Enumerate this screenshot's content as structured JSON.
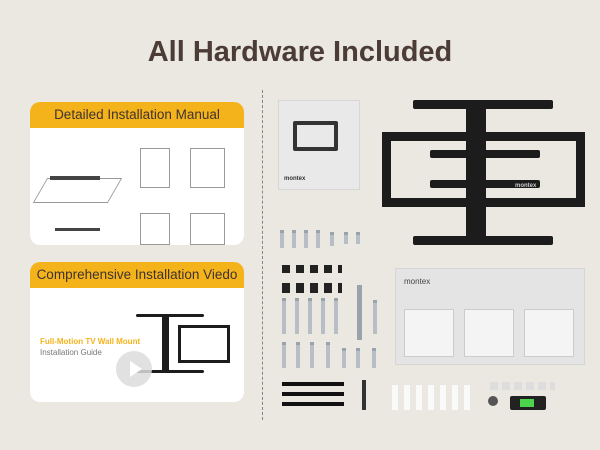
{
  "title": "All Hardware Included",
  "manual_card": {
    "header": "Detailed Installation Manual"
  },
  "video_card": {
    "header": "Comprehensive Installation Viedo",
    "video_title": "Full-Motion TV Wall Mount",
    "video_subtitle": "Installation Guide"
  },
  "brand": "montex",
  "colors": {
    "accent": "#f5b31b",
    "title": "#4b3d36",
    "background": "#ebe7e1"
  }
}
